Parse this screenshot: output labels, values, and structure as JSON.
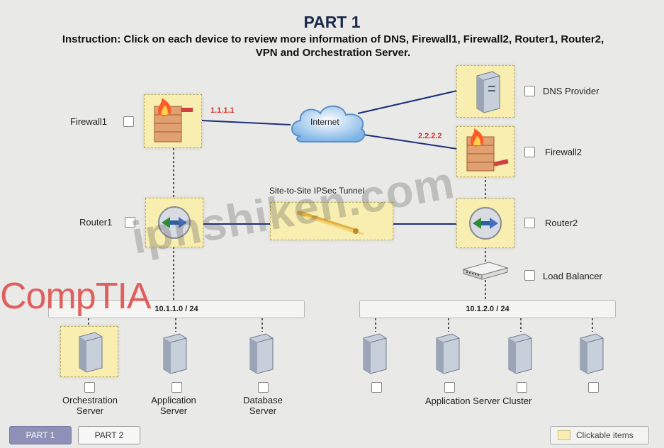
{
  "header": {
    "title": "PART 1",
    "instruction": "Instruction: Click on each device to review more information of DNS, Firewall1, Firewall2, Router1, Router2, VPN and Orchestration Server."
  },
  "network": {
    "ip_firewall1": "1.1.1.1",
    "ip_firewall2": "2.2.2.2",
    "internet_label": "Internet",
    "tunnel_label": "Site-to-Site IPSec Tunnel",
    "subnet_left": "10.1.1.0 / 24",
    "subnet_right": "10.1.2.0 / 24"
  },
  "devices": {
    "firewall1": "Firewall1",
    "router1": "Router1",
    "dns": "DNS Provider",
    "firewall2": "Firewall2",
    "router2": "Router2",
    "load_balancer": "Load Balancer",
    "orchestration_server": "Orchestration\nServer",
    "application_server": "Application\nServer",
    "database_server": "Database\nServer",
    "app_cluster": "Application Server Cluster"
  },
  "tabs": {
    "part1": "PART 1",
    "part2": "PART 2"
  },
  "legend": {
    "label": "Clickable items"
  },
  "overlay": {
    "watermark": "ipnshiken.com",
    "brand": "CompTIA"
  },
  "colors": {
    "clickable": "#f7eeb0",
    "link": "#1c2f7a",
    "ip": "#d62f2f"
  }
}
